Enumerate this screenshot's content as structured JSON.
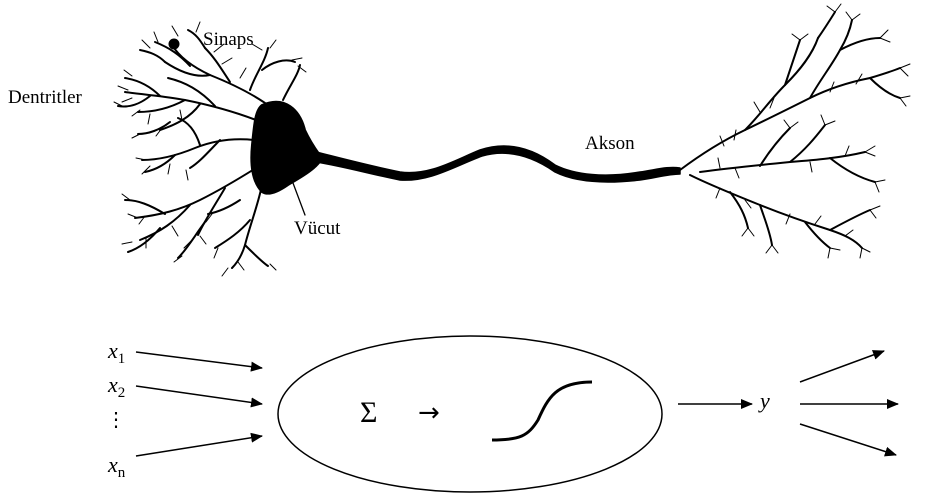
{
  "neuron": {
    "labels": {
      "synapse": "Sinaps",
      "dendrites": "Dentritler",
      "body": "Vücut",
      "axon": "Akson"
    }
  },
  "model": {
    "inputs": [
      {
        "var": "x",
        "sub": "1"
      },
      {
        "var": "x",
        "sub": "2"
      },
      {
        "var": "x",
        "sub": "n"
      }
    ],
    "ellipsis": "⋮",
    "sum_symbol": "Σ",
    "arrow_symbol": "→",
    "output": "y"
  }
}
